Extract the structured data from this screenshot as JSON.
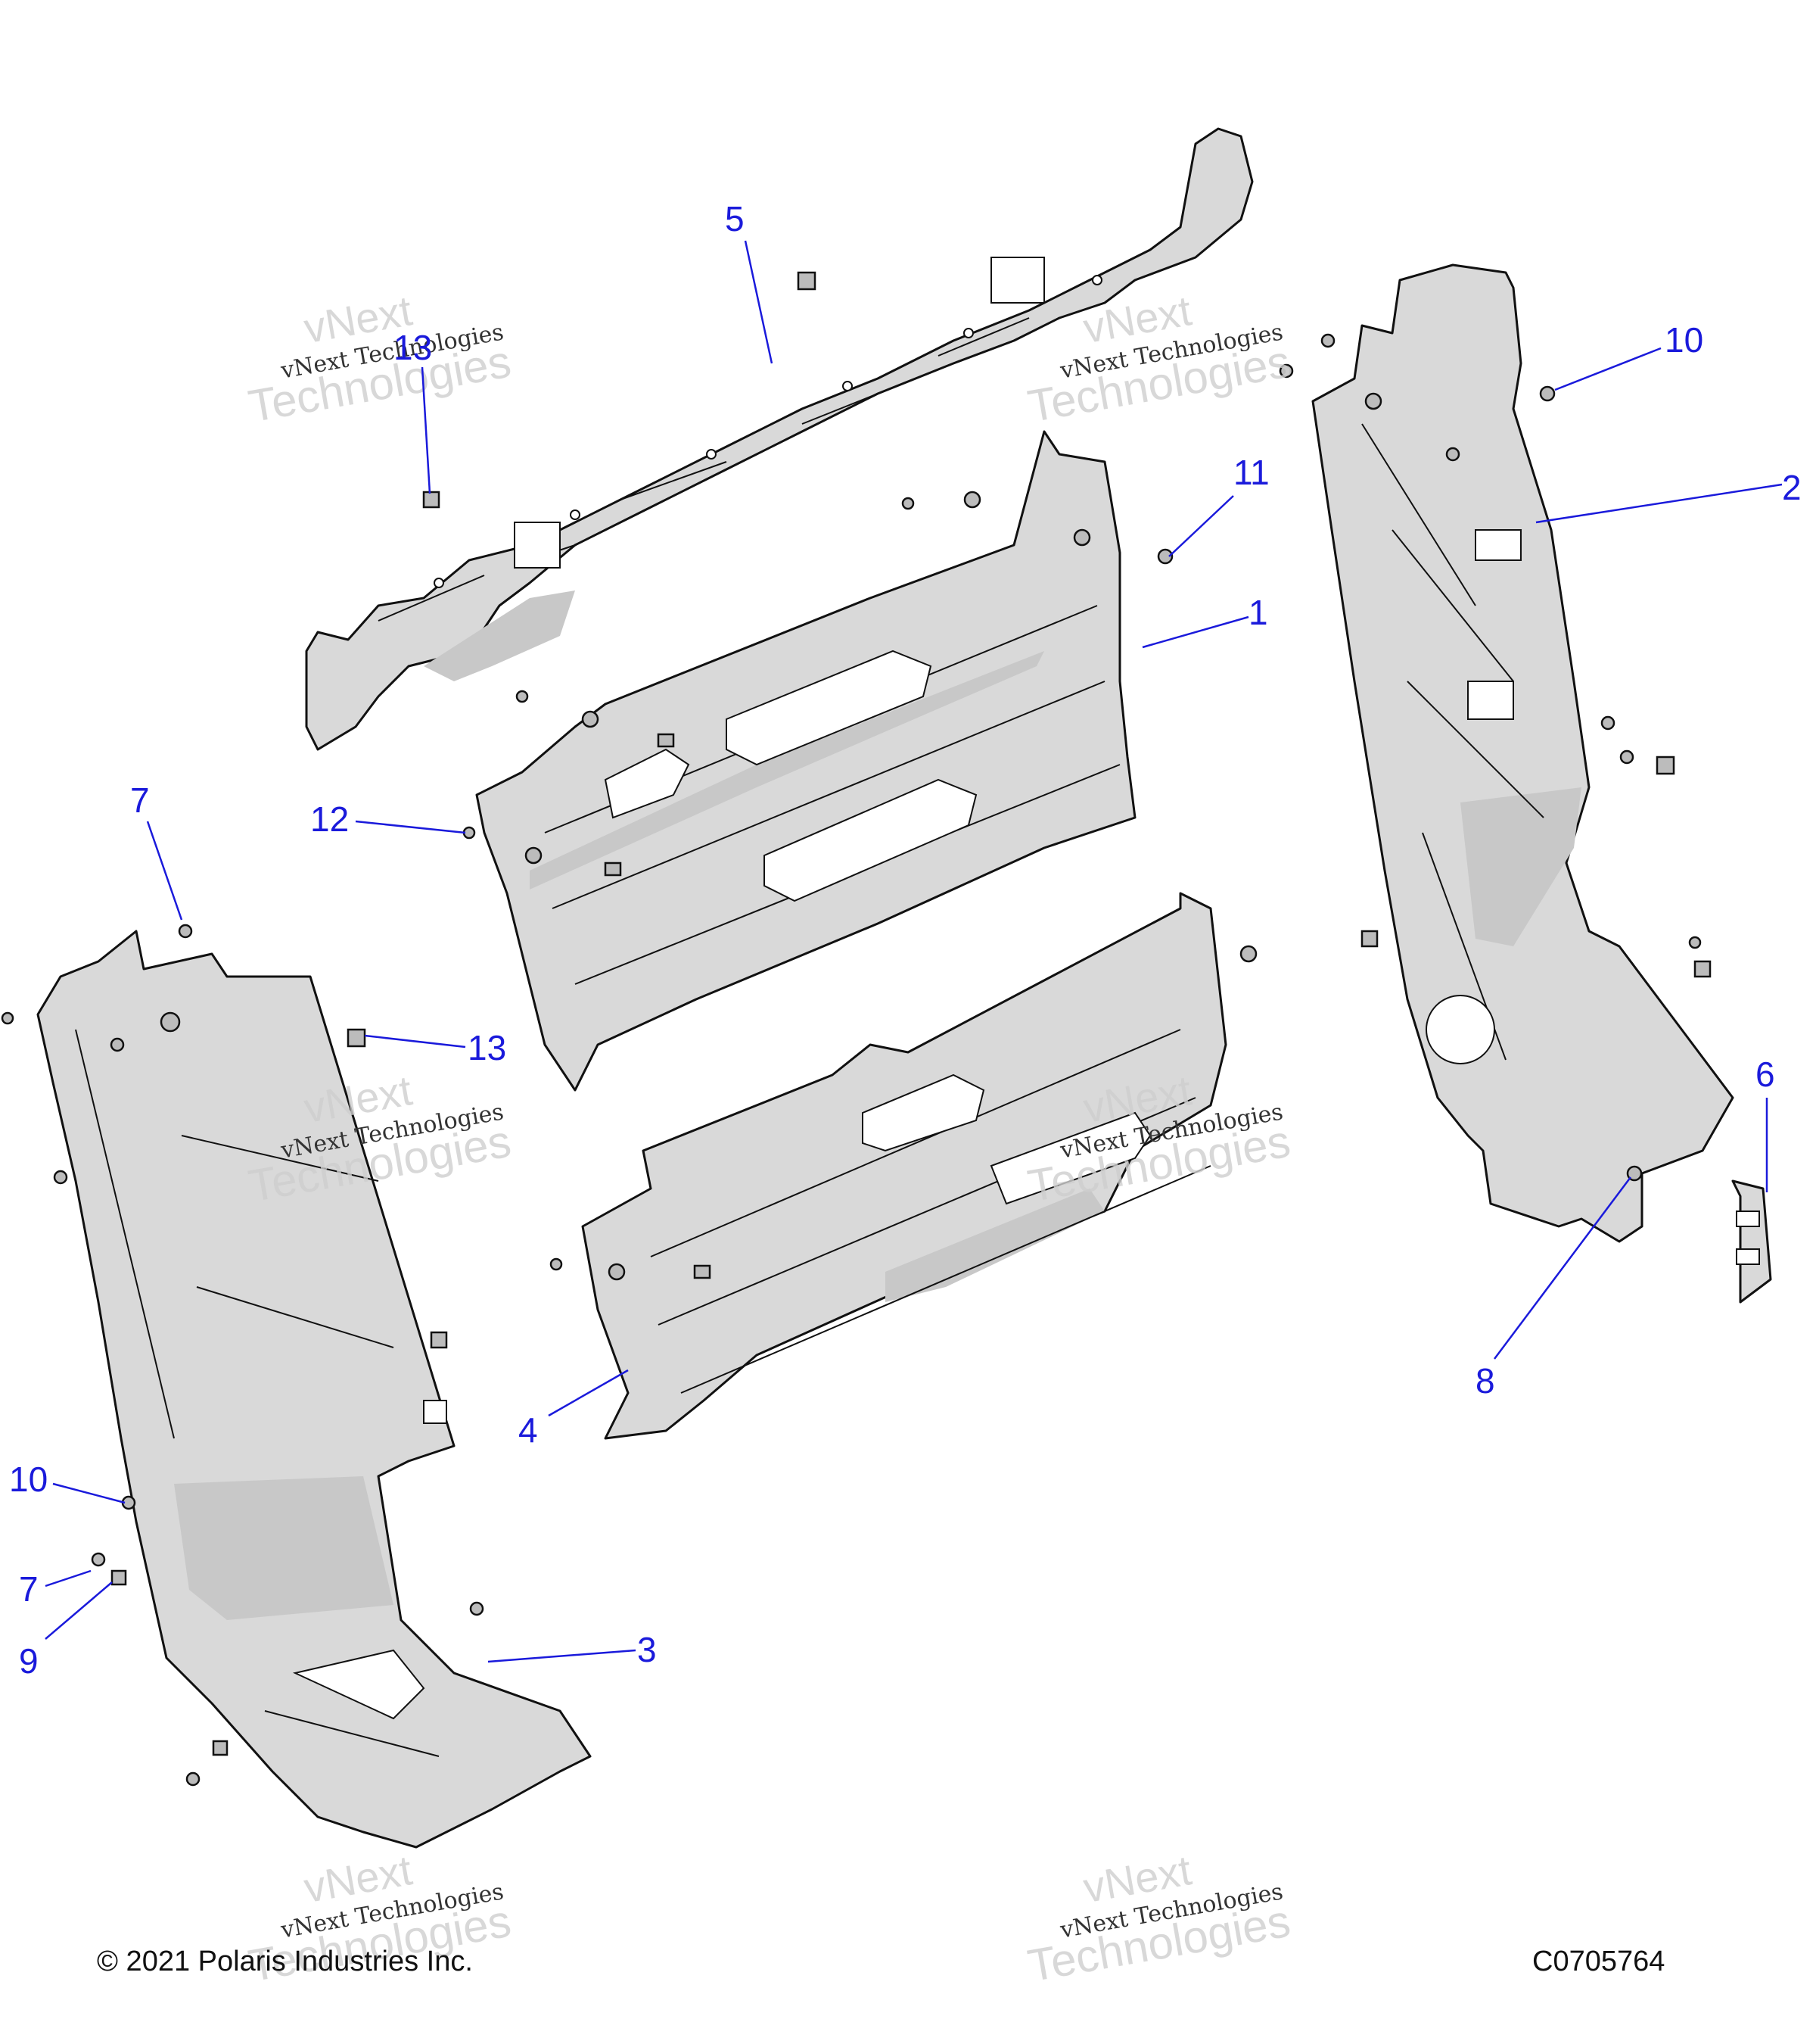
{
  "footer": {
    "copyright": "© 2021 Polaris Industries Inc.",
    "diagram_code": "C0705764"
  },
  "watermark": {
    "line1": "vNext",
    "line2": "vNext Technologies",
    "line3": "Technologies"
  },
  "callouts": [
    {
      "id": "c1",
      "label": "1"
    },
    {
      "id": "c2",
      "label": "2"
    },
    {
      "id": "c3",
      "label": "3"
    },
    {
      "id": "c4",
      "label": "4"
    },
    {
      "id": "c5",
      "label": "5"
    },
    {
      "id": "c6",
      "label": "6"
    },
    {
      "id": "c7a",
      "label": "7"
    },
    {
      "id": "c7b",
      "label": "7"
    },
    {
      "id": "c8",
      "label": "8"
    },
    {
      "id": "c9",
      "label": "9"
    },
    {
      "id": "c10a",
      "label": "10"
    },
    {
      "id": "c10b",
      "label": "10"
    },
    {
      "id": "c11",
      "label": "11"
    },
    {
      "id": "c12",
      "label": "12"
    },
    {
      "id": "c13a",
      "label": "13"
    },
    {
      "id": "c13b",
      "label": "13"
    }
  ],
  "colors": {
    "callout": "#1a1adb",
    "part_fill": "#d9d9d9",
    "outline": "#111111"
  }
}
